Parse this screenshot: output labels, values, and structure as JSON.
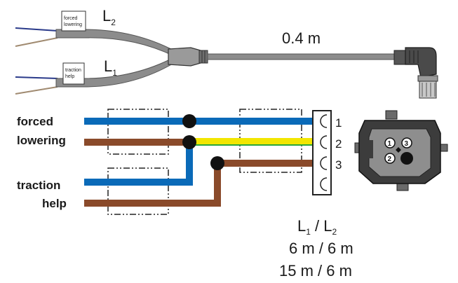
{
  "cable": {
    "length": "0.4 m",
    "branch_top": {
      "letter": "L",
      "sub": "2",
      "tag_line1": "forced",
      "tag_line2": "lowering"
    },
    "branch_bottom": {
      "letter": "L",
      "sub": "1",
      "tag_line1": "traction",
      "tag_line2": "help"
    }
  },
  "wiring": {
    "group1_line1": "forced",
    "group1_line2": "lowering",
    "group2_line1": "traction",
    "group2_line2": "help",
    "pins": [
      "1",
      "2",
      "3"
    ]
  },
  "connector": {
    "pins": [
      "1",
      "2",
      "3"
    ]
  },
  "lengths": {
    "header_l1": "L",
    "header_sub1": "1",
    "header_sep": " / ",
    "header_l2": "L",
    "header_sub2": "2",
    "rows": [
      "6 m / 6 m",
      "15 m / 6 m"
    ]
  },
  "colors": {
    "blue": "#0a6ab8",
    "brown": "#8a4a2a",
    "yellow": "#f2e600",
    "green": "#2aa63a",
    "cable": "#8c8c8c"
  }
}
